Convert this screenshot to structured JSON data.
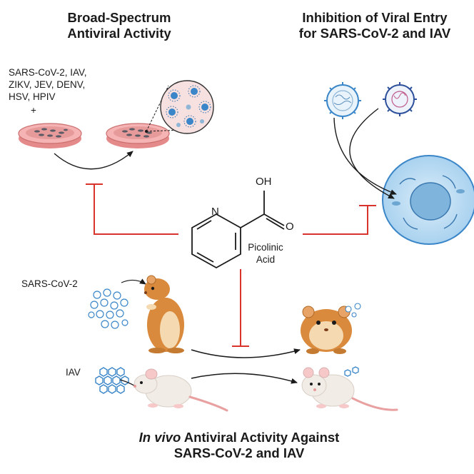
{
  "panels": {
    "broad": {
      "title_line1": "Broad-Spectrum",
      "title_line2": "Antiviral Activity",
      "virus_line1": "SARS-CoV-2, IAV,",
      "virus_line2": "ZIKV, JEV, DENV,",
      "virus_line3": "HSV, HPIV",
      "plus": "+"
    },
    "entry": {
      "title_line1": "Inhibition of Viral Entry",
      "title_line2": "for SARS-CoV-2 and IAV"
    },
    "compound": {
      "oh_label": "OH",
      "o_label": "O",
      "n_label": "N",
      "name_line1": "Picolinic",
      "name_line2": "Acid"
    },
    "invivo": {
      "sars_label": "SARS-CoV-2",
      "iav_label": "IAV",
      "title_italic": "In vivo",
      "title_rest": " Antiviral Activity Against",
      "title_line2": "SARS-CoV-2 and IAV"
    }
  },
  "colors": {
    "inhibition": "#d9342b",
    "dish": "#f2a6a6",
    "virus": "#3a86c8",
    "cell": "#bfe0f5",
    "hamster": "#d98a3c",
    "mouse": "#f2ece6"
  }
}
